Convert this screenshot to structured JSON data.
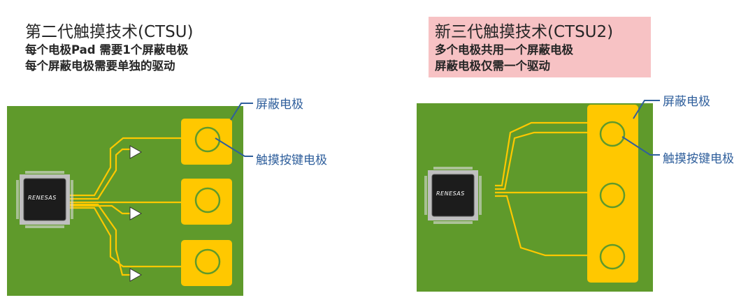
{
  "left": {
    "title": "第二代触摸技术(CTSU)",
    "line1": "每个电极Pad 需要1个屏蔽电极",
    "line2": "每个屏蔽电极需要单独的驱动",
    "shield_label": "屏蔽电极",
    "key_label": "触摸按键电极",
    "chip_brand": "RENESAS"
  },
  "right": {
    "title": "新三代触摸技术(CTSU2)",
    "line1": "多个电极共用一个屏蔽电极",
    "line2": "屏蔽电极仅需一个驱动",
    "shield_label": "屏蔽电极",
    "key_label": "触摸按键电极",
    "chip_brand": "RENESAS"
  },
  "colors": {
    "board": "#5f9a2b",
    "trace": "#ffc800",
    "pink_highlight": "#f7c2c4",
    "label_blue": "#2f5f9c"
  }
}
